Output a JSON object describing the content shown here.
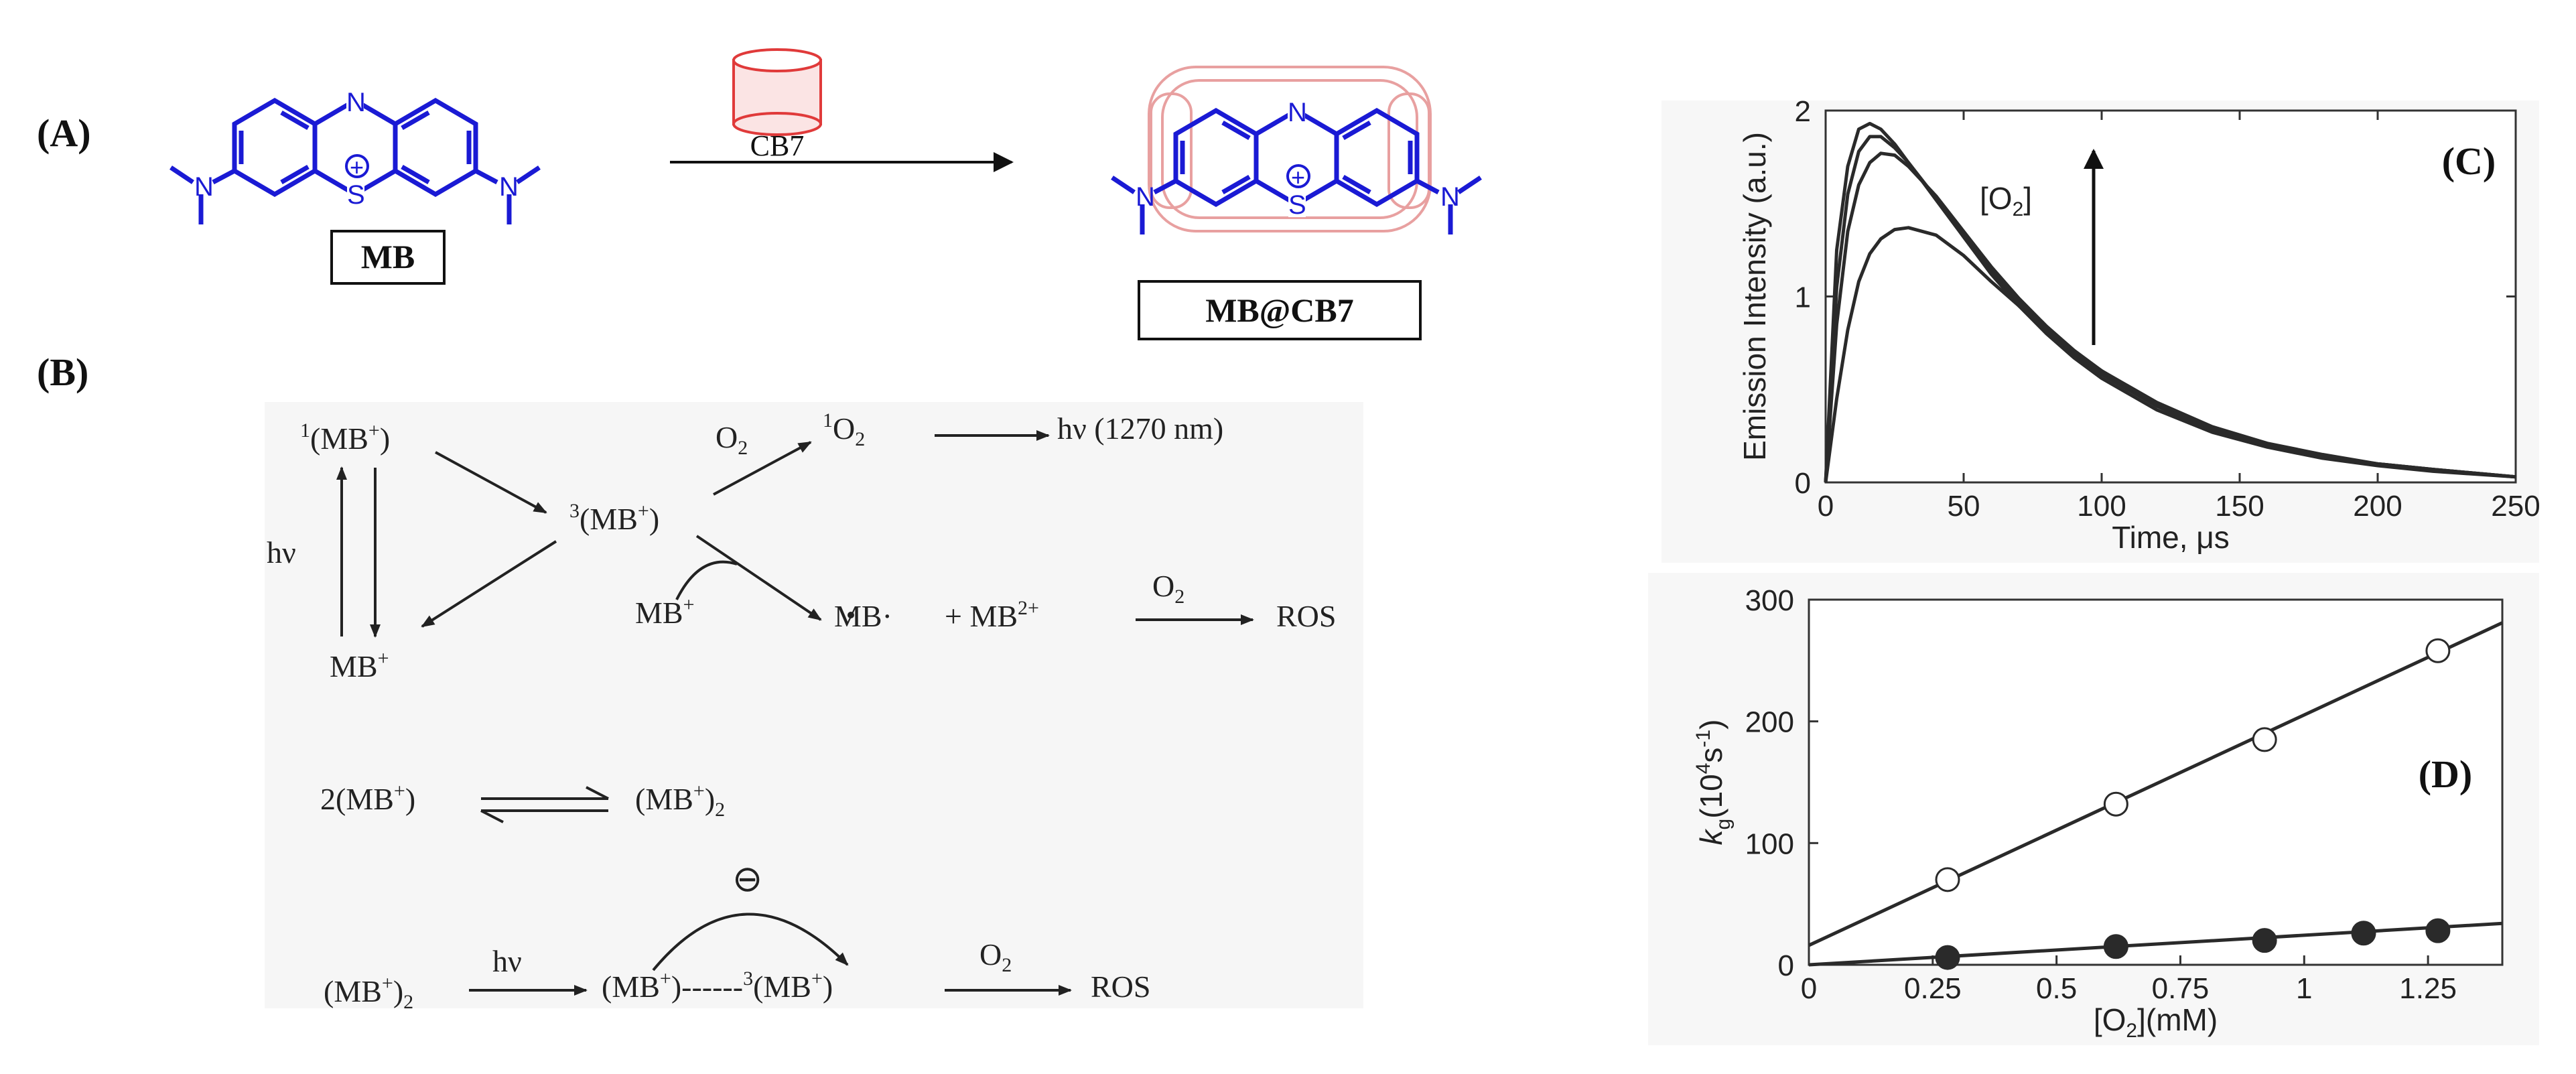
{
  "panel_labels": {
    "a": "(A)",
    "b": "(B)",
    "c": "(C)",
    "d": "(D)"
  },
  "panel_a": {
    "reagent_label": "CB7",
    "mb_label": "MB",
    "complex_label": "MB@CB7",
    "atom_N": "N",
    "atom_S": "S",
    "charge": "+",
    "colors": {
      "molecule": "#1a1ad4",
      "cb7": "#e03a3a"
    }
  },
  "panel_b": {
    "singlet_mb": "(MB",
    "singlet_sup": "1",
    "triplet_mb": "(MB",
    "triplet_sup": "3",
    "mb_plus": "MB",
    "plus_sup": "+",
    "close_paren": ")",
    "hv": "hν",
    "o2": "O",
    "sub2": "2",
    "singlet_o2_sup": "1",
    "emission": "hν (1270 nm)",
    "mb_radical": "MB·",
    "mb_dication": "+ MB",
    "dication_sup": "2+",
    "dication_dot": "·",
    "ros": "ROS",
    "dimer_left": "2(MB",
    "dimer_right": "(MB",
    "dimer_sub": "2",
    "pair_left": "(MB",
    "pair_dashes": ")------",
    "pair_right": "(MB",
    "minus_symbol": "⊖"
  },
  "chart_data": [
    {
      "type": "line",
      "panel": "(C)",
      "xlabel": "Time, μs",
      "ylabel": "Emission Intensity (a.u.)",
      "xlim": [
        0,
        250
      ],
      "ylim": [
        0,
        2
      ],
      "xticks": [
        "0",
        "50",
        "100",
        "150",
        "200",
        "250"
      ],
      "yticks": [
        "0",
        "1",
        "2"
      ],
      "annotation": "[O",
      "annotation_sub": "2",
      "annotation_close": "]",
      "series": [
        {
          "x": [
            0,
            4,
            8,
            12,
            16,
            20,
            25,
            30,
            40,
            50,
            60,
            70,
            80,
            90,
            100,
            120,
            140,
            160,
            180,
            200,
            220,
            250
          ],
          "y": [
            0,
            1.25,
            1.7,
            1.9,
            1.93,
            1.9,
            1.82,
            1.72,
            1.52,
            1.32,
            1.12,
            0.95,
            0.8,
            0.67,
            0.56,
            0.39,
            0.27,
            0.19,
            0.13,
            0.09,
            0.06,
            0.03
          ]
        },
        {
          "x": [
            0,
            4,
            8,
            12,
            16,
            20,
            25,
            30,
            40,
            50,
            60,
            70,
            80,
            90,
            100,
            120,
            140,
            160,
            180,
            200,
            220,
            250
          ],
          "y": [
            0,
            1.05,
            1.55,
            1.78,
            1.86,
            1.86,
            1.8,
            1.72,
            1.53,
            1.33,
            1.14,
            0.97,
            0.82,
            0.69,
            0.58,
            0.41,
            0.28,
            0.2,
            0.14,
            0.1,
            0.07,
            0.03
          ]
        },
        {
          "x": [
            0,
            4,
            8,
            12,
            16,
            20,
            25,
            30,
            40,
            50,
            60,
            70,
            80,
            90,
            100,
            120,
            140,
            160,
            180,
            200,
            220,
            250
          ],
          "y": [
            0,
            0.85,
            1.35,
            1.6,
            1.72,
            1.77,
            1.76,
            1.7,
            1.54,
            1.35,
            1.16,
            0.99,
            0.84,
            0.71,
            0.6,
            0.42,
            0.29,
            0.2,
            0.14,
            0.1,
            0.07,
            0.03
          ]
        },
        {
          "x": [
            0,
            4,
            8,
            12,
            16,
            20,
            25,
            30,
            40,
            50,
            60,
            70,
            80,
            90,
            100,
            120,
            140,
            160,
            180,
            200,
            220,
            250
          ],
          "y": [
            0,
            0.45,
            0.82,
            1.08,
            1.23,
            1.31,
            1.36,
            1.37,
            1.33,
            1.22,
            1.08,
            0.95,
            0.82,
            0.7,
            0.6,
            0.43,
            0.3,
            0.21,
            0.15,
            0.1,
            0.07,
            0.03
          ]
        }
      ]
    },
    {
      "type": "scatter",
      "panel": "(D)",
      "xlabel": "[O",
      "xlabel_sub": "2",
      "xlabel_unit": "](mM)",
      "ylabel": "k",
      "ylabel_sub": "g",
      "ylabel_unit": "(10",
      "ylabel_sup": "4",
      "ylabel_tail": "s",
      "ylabel_sup2": "-1",
      "ylabel_close": ")",
      "xlim": [
        0,
        1.4
      ],
      "ylim": [
        0,
        300
      ],
      "xticks": [
        "0",
        "0.25",
        "0.5",
        "0.75",
        "1",
        "1.25"
      ],
      "yticks": [
        "0",
        "100",
        "200",
        "300"
      ],
      "series": [
        {
          "marker": "open",
          "x": [
            0.28,
            0.62,
            0.92,
            1.27
          ],
          "y": [
            70,
            132,
            185,
            258
          ],
          "fit": [
            16,
            281
          ]
        },
        {
          "marker": "filled",
          "x": [
            0.28,
            0.62,
            0.92,
            1.12,
            1.27
          ],
          "y": [
            6,
            15,
            20,
            26,
            28
          ],
          "fit": [
            0,
            34
          ]
        }
      ]
    }
  ]
}
